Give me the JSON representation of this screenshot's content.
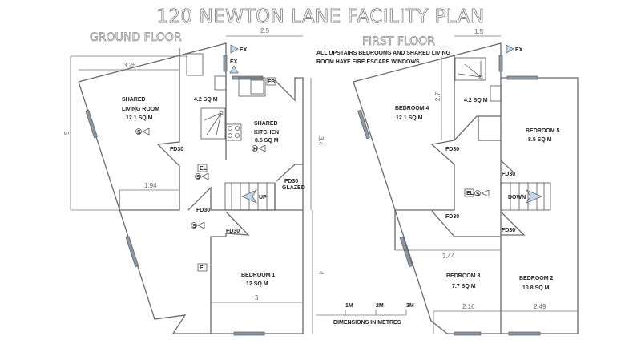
{
  "title": "120 NEWTON LANE FACILITY PLAN",
  "ground_floor": {
    "heading": "GROUND FLOOR",
    "rooms": {
      "living_line1": "SHARED",
      "living_line2": "LIVING ROOM",
      "living_area": "12.1 SQ M",
      "bath_area": "4.2 SQ M",
      "kitchen_line1": "SHARED",
      "kitchen_line2": "KITCHEN",
      "kitchen_area": "8.5 SQ M",
      "bedroom1": "BEDROOM 1",
      "bedroom1_area": "12 SQ M"
    },
    "labels": {
      "fd30_a": "FD30",
      "fd30_b": "FD30",
      "fd30_c": "FD30",
      "fd30_glazed_1": "FD30",
      "fd30_glazed_2": "GLAZED",
      "el_a": "EL",
      "el_b": "EL",
      "ex": "EX",
      "fb": "FB",
      "up": "UP",
      "exit": "EX",
      "smoke": "S",
      "heat": "H"
    },
    "dimensions": {
      "top": "2.5",
      "living_width": "3.26",
      "height": "5",
      "corridor": "1.94",
      "kitchen_height": "3.4",
      "bedroom_height": "4",
      "bedroom_width": "3"
    }
  },
  "first_floor": {
    "heading": "FIRST FLOOR",
    "note_line1": "ALL UPSTAIRS BEDROOMS AND SHARED LIVING",
    "note_line2": "ROOM HAVE FIRE ESCAPE WINDOWS",
    "rooms": {
      "bedroom4": "BEDROOM 4",
      "bedroom4_area": "12.1 SQ M",
      "bath_area": "4.2 SQ M",
      "bedroom5": "BEDROOM 5",
      "bedroom5_area": "8.5 SQ M",
      "bedroom3": "BEDROOM 3",
      "bedroom3_area": "7.7 SQ M",
      "bedroom2": "BEDROOM 2",
      "bedroom2_area": "10.8 SQ M"
    },
    "labels": {
      "fd30_a": "FD30",
      "fd30_b": "FD30",
      "fd30_c": "FD30",
      "fd30_d": "FD30",
      "el": "EL",
      "down": "DOWN",
      "exit": "EX",
      "smoke": "S"
    },
    "dimensions": {
      "top": "1.5",
      "bath_height": "2.7",
      "width": "3.44",
      "bedroom3_width": "2.16",
      "bedroom2_width": "2.49"
    }
  },
  "scale": {
    "ticks": [
      "1M",
      "2M",
      "3M"
    ],
    "caption": "DIMENSIONS IN METRES"
  }
}
